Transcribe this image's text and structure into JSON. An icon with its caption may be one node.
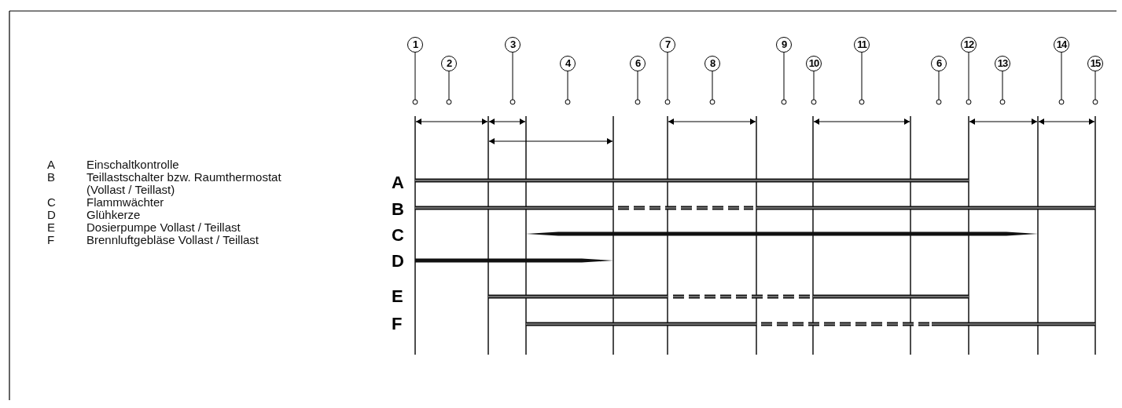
{
  "diagram": {
    "nodes": [
      {
        "text": [
          "1"
        ]
      },
      {
        "text": [
          "2"
        ]
      },
      {
        "text": [
          "3"
        ]
      },
      {
        "text": [
          "4"
        ]
      },
      {
        "text": [
          "6"
        ]
      },
      {
        "text": [
          "7"
        ]
      },
      {
        "text": [
          "8"
        ]
      },
      {
        "text": [
          "9"
        ]
      },
      {
        "text": [
          "10"
        ]
      },
      {
        "text": [
          "11"
        ]
      },
      {
        "text": [
          "6"
        ]
      },
      {
        "text": [
          "12"
        ]
      },
      {
        "text": [
          "13"
        ]
      },
      {
        "text": [
          "14"
        ]
      },
      {
        "text": [
          "15"
        ]
      }
    ],
    "edges": [
      {
        "from": 0,
        "to": null,
        "arrow": "other"
      },
      {
        "from": 1,
        "to": null,
        "arrow": "other"
      },
      {
        "from": 2,
        "to": null,
        "arrow": "other"
      },
      {
        "from": 3,
        "to": null,
        "arrow": "other"
      },
      {
        "from": 4,
        "to": null,
        "arrow": "other"
      },
      {
        "from": 5,
        "to": null,
        "arrow": "other"
      },
      {
        "from": 6,
        "to": null,
        "arrow": "other"
      },
      {
        "from": 7,
        "to": null,
        "arrow": "other"
      },
      {
        "from": 8,
        "to": null,
        "arrow": "other"
      },
      {
        "from": 9,
        "to": null,
        "arrow": "other"
      },
      {
        "from": 10,
        "to": null,
        "arrow": "other"
      },
      {
        "from": 11,
        "to": null,
        "arrow": "other"
      },
      {
        "from": 12,
        "to": null,
        "arrow": "other"
      },
      {
        "from": 13,
        "to": null,
        "arrow": "other"
      },
      {
        "from": 14,
        "to": null,
        "arrow": "other"
      }
    ],
    "labels": [
      "A",
      "Einschaltkontrolle",
      "B",
      "Teillastschalter bzw. Raumthermostat (Vollast / Teillast)",
      "C",
      "Flammwächter",
      "D",
      "Glühkerze",
      "E",
      "Dosierpumpe Vollast / Teillast",
      "F",
      "Brennluftgebläse Vollast / Teillast",
      "A",
      "B",
      "C",
      "D",
      "E",
      "F"
    ]
  }
}
